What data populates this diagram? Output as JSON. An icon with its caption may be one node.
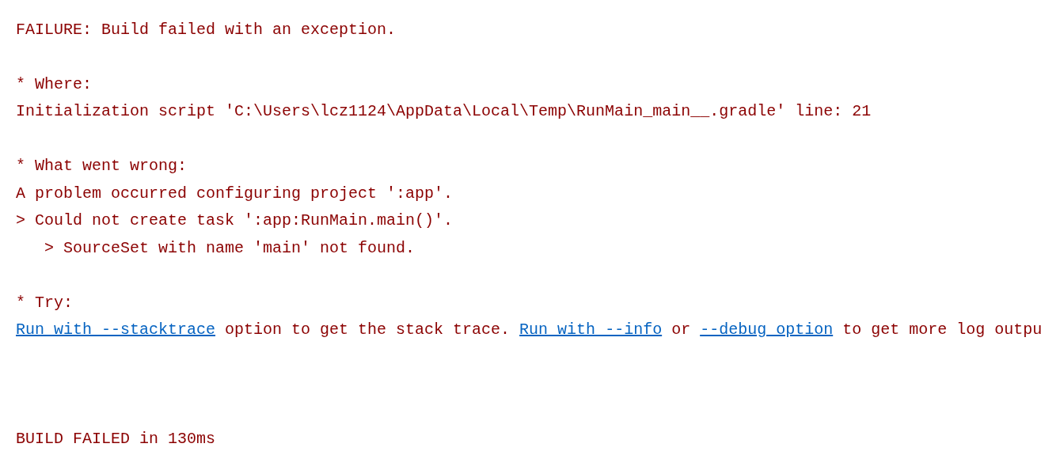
{
  "diagram": {
    "labels": [
      "FAILURE: Build failed with an exception.",
      "* Where:",
      "Initialization script 'C:\\Users\\lcz1124\\AppData\\Local\\Temp\\RunMain_main__.gradle' line: 21",
      "* What went wrong:",
      "A problem occurred configuring project ':app'.",
      "> Could not create task ':app:RunMain.main()'.",
      "> SourceSet with name 'main' not found.",
      "* Try:",
      "Run with --stacktrace",
      "option to get the stack trace.",
      "Run with --info",
      "or",
      "--debug option",
      "to get more log outpu",
      "BUILD FAILED in 130ms"
    ]
  }
}
